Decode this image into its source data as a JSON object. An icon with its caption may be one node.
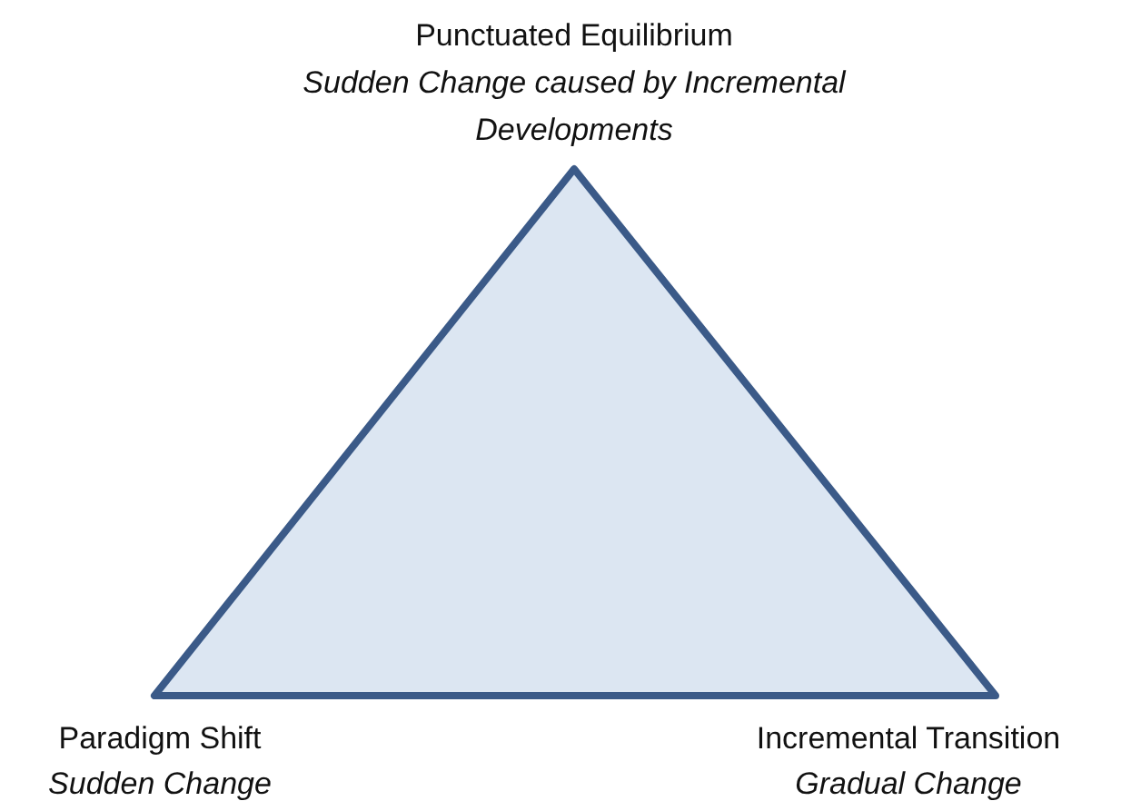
{
  "diagram": {
    "labels": [
      "Punctuated Equilibrium",
      "Sudden Change caused by Incremental Developments",
      "Paradigm Shift",
      "Sudden Change",
      "Incremental Transition",
      "Gradual Change"
    ]
  }
}
